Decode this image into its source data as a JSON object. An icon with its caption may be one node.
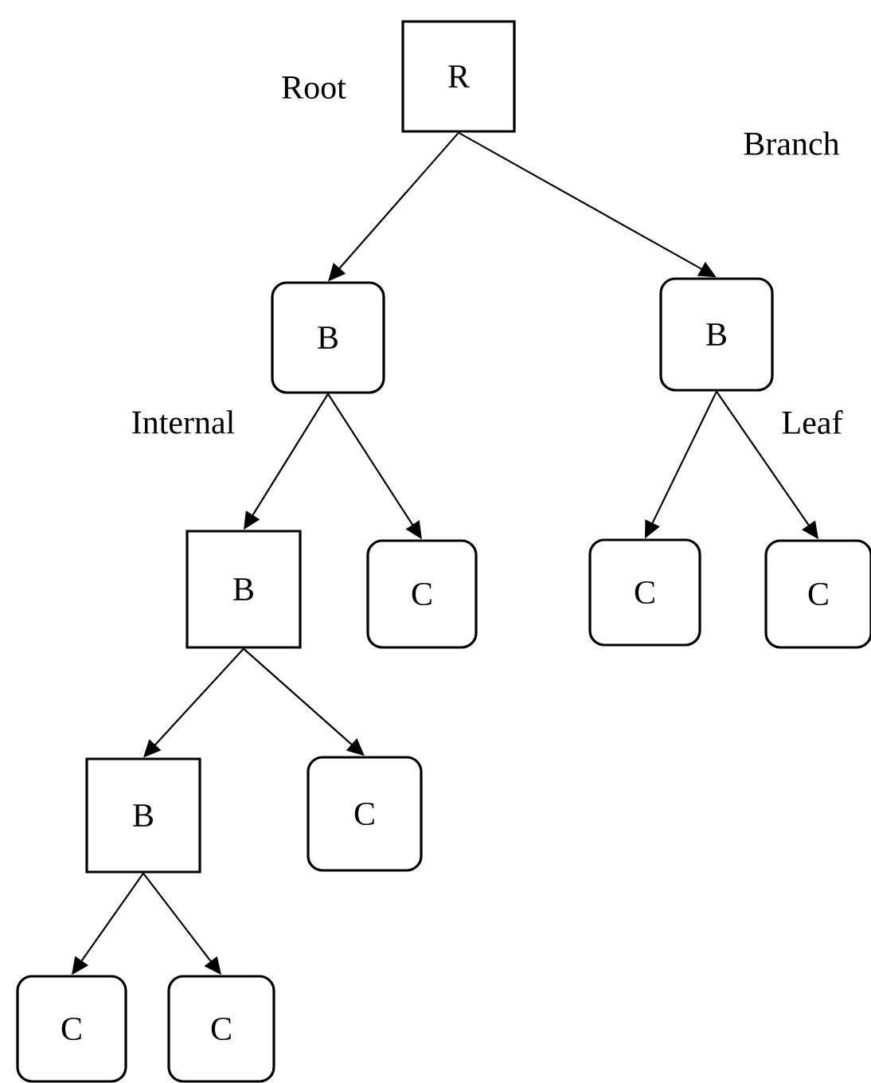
{
  "diagram": {
    "nodes": [
      {
        "text": [
          "R"
        ]
      },
      {
        "text": [
          "B"
        ]
      },
      {
        "text": [
          "B"
        ]
      },
      {
        "text": [
          "B"
        ]
      },
      {
        "text": [
          "C"
        ]
      },
      {
        "text": [
          "C"
        ]
      },
      {
        "text": [
          "C"
        ]
      },
      {
        "text": [
          "B"
        ]
      },
      {
        "text": [
          "C"
        ]
      },
      {
        "text": [
          "C"
        ]
      },
      {
        "text": [
          "C"
        ]
      }
    ],
    "edges": [
      {
        "from": 0,
        "to": 1,
        "arrow": "to"
      },
      {
        "from": 0,
        "to": 2,
        "arrow": "to"
      },
      {
        "from": 1,
        "to": 3,
        "arrow": "to"
      },
      {
        "from": 1,
        "to": 4,
        "arrow": "to"
      },
      {
        "from": 2,
        "to": 5,
        "arrow": "to"
      },
      {
        "from": 2,
        "to": 6,
        "arrow": "to"
      },
      {
        "from": 3,
        "to": 7,
        "arrow": "to"
      },
      {
        "from": 3,
        "to": 8,
        "arrow": "to"
      },
      {
        "from": 7,
        "to": 9,
        "arrow": "to"
      },
      {
        "from": 7,
        "to": 10,
        "arrow": "to"
      }
    ],
    "labels": [
      "Root",
      "Branch",
      "Internal",
      "Leaf"
    ]
  }
}
